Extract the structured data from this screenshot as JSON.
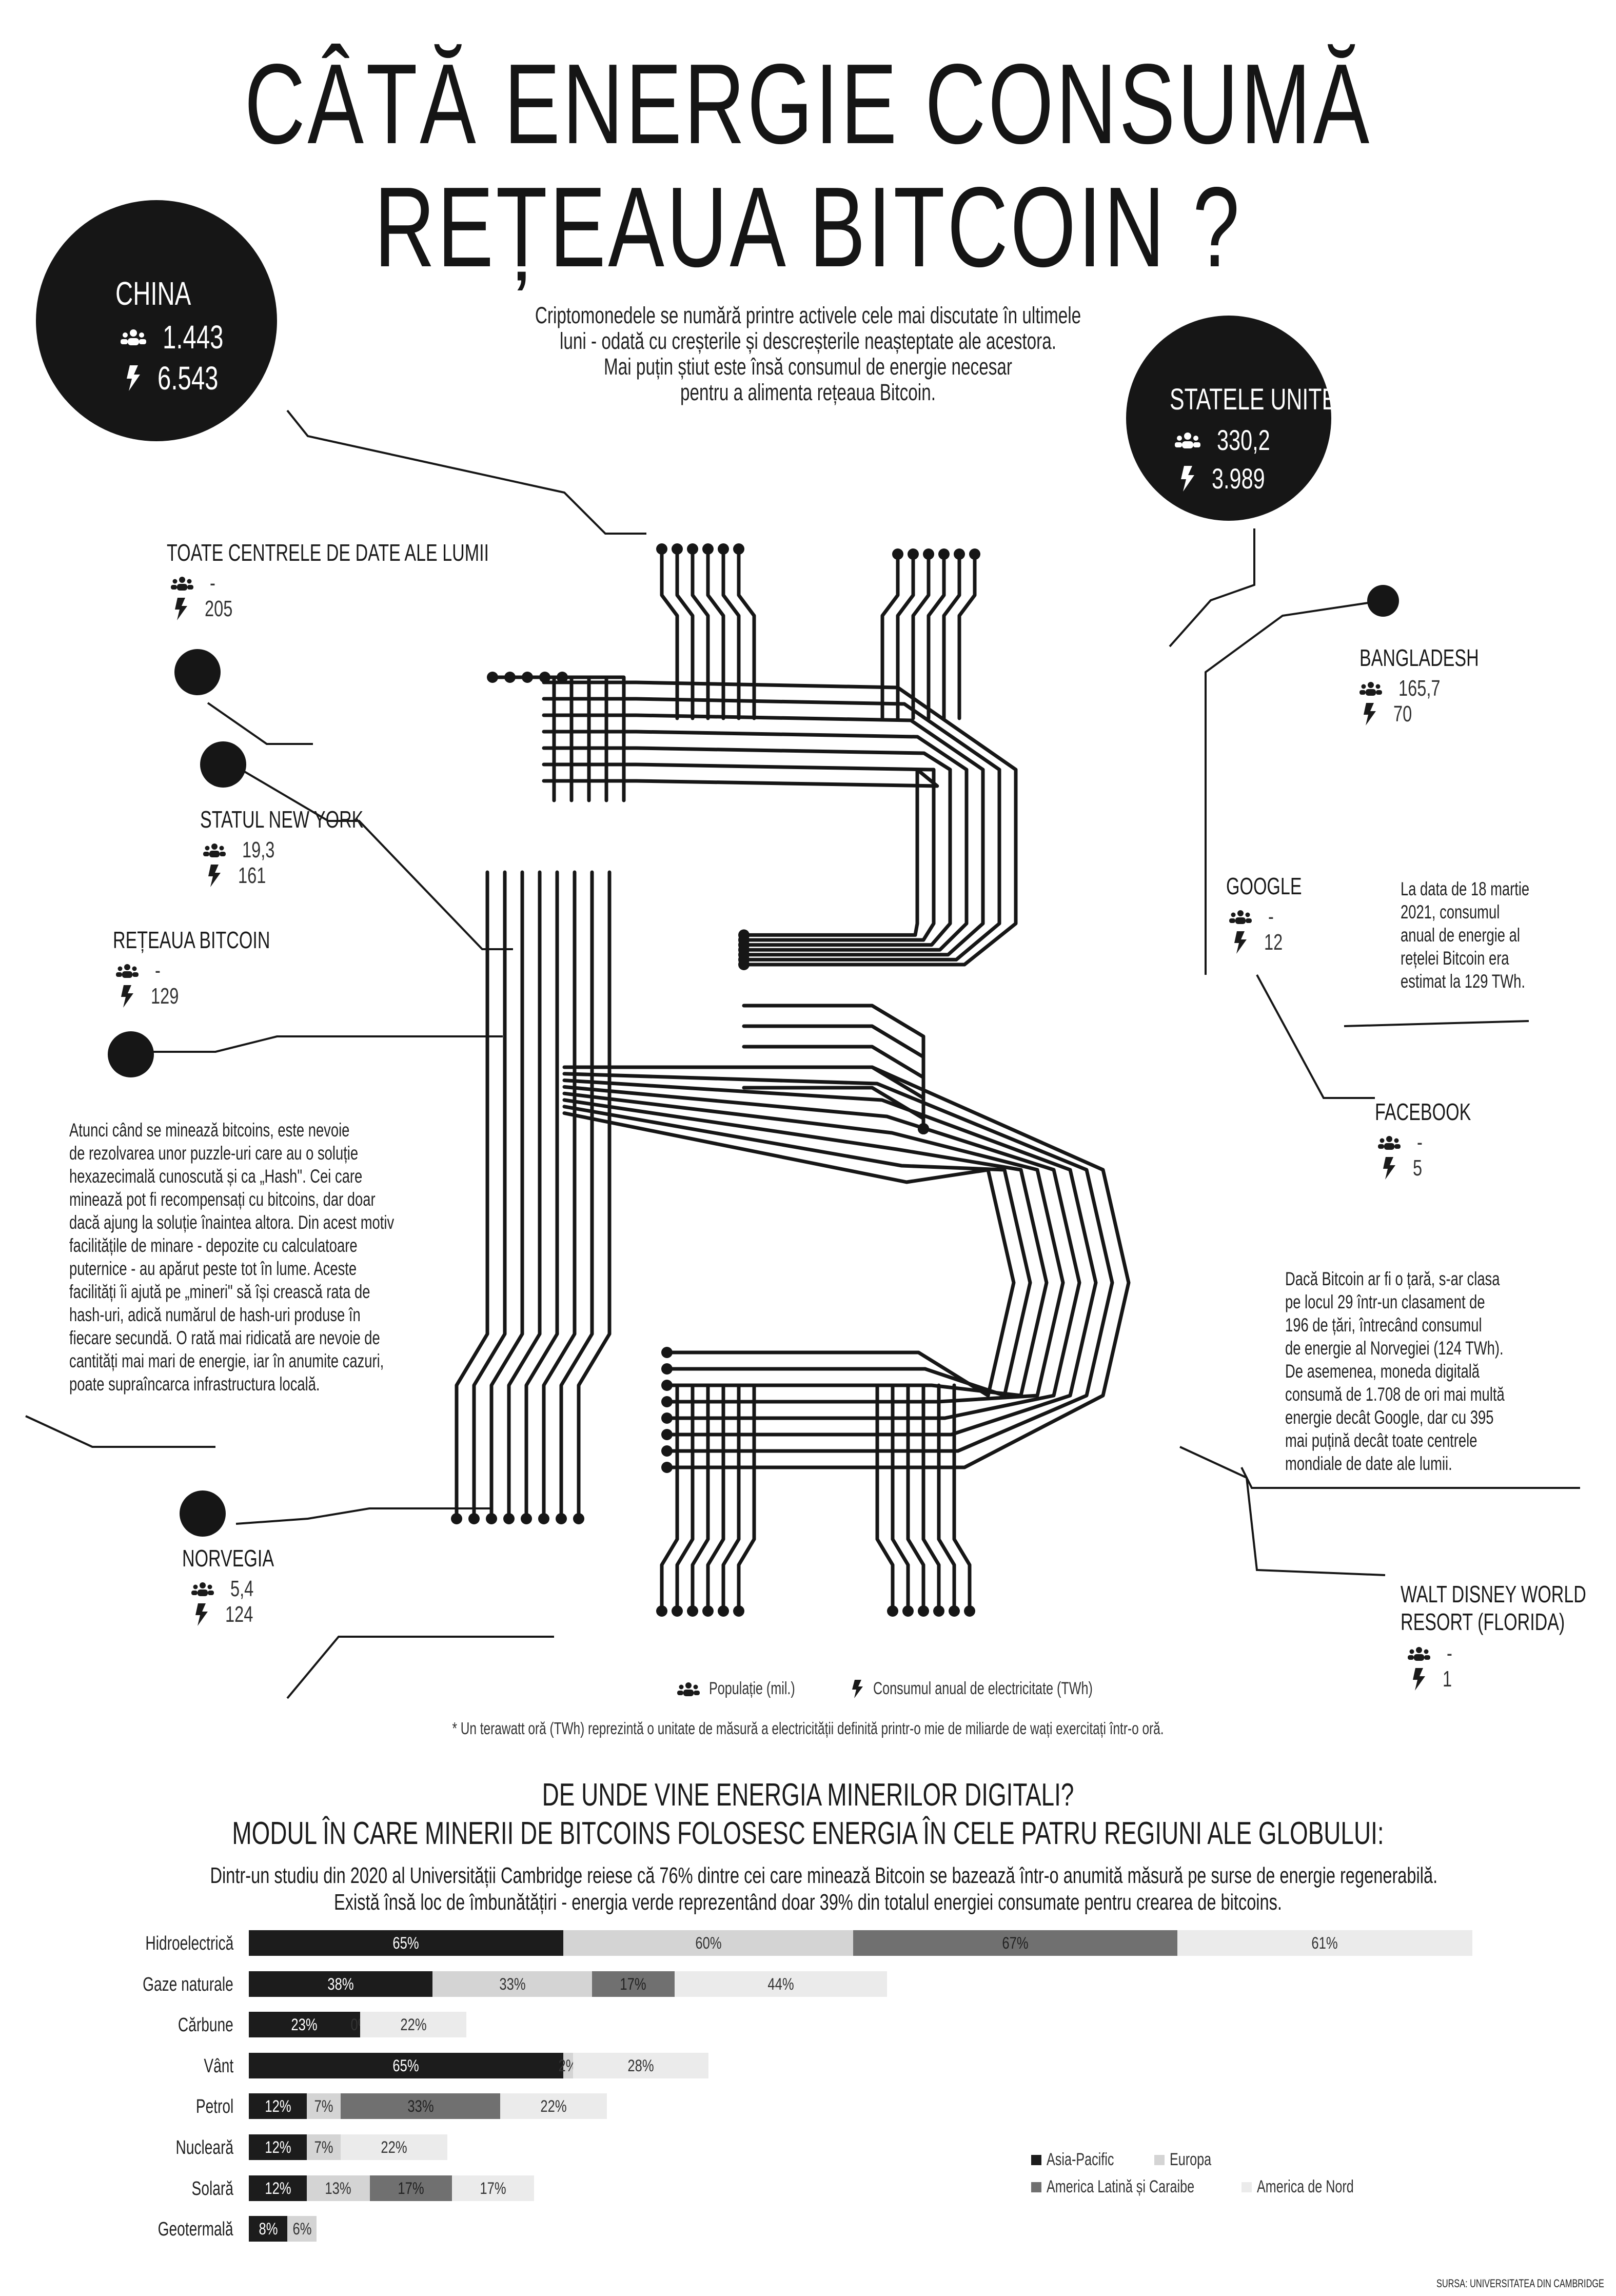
{
  "title": {
    "line1": "CÂTĂ ENERGIE CONSUMĂ",
    "line2": "REȚEAUA BITCOIN ?"
  },
  "intro": {
    "line1": "Criptomonedele se numără printre activele cele mai discutate în ultimele",
    "line2": "luni - odată cu creșterile și descreșterile neașteptate ale acestora.",
    "line3": "Mai puțin știut este însă consumul de energie necesar",
    "line4": "pentru a alimenta rețeaua Bitcoin."
  },
  "entities": {
    "china": {
      "name": "CHINA",
      "population": "1.443",
      "energy": "6.543"
    },
    "usa": {
      "name": "STATELE UNITE",
      "population": "330,2",
      "energy": "3.989"
    },
    "datacenters": {
      "name": "TOATE CENTRELE DE DATE ALE LUMII",
      "population": "-",
      "energy": "205"
    },
    "bangladesh": {
      "name": "BANGLADESH",
      "population": "165,7",
      "energy": "70"
    },
    "newyork": {
      "name": "STATUL NEW YORK",
      "population": "19,3",
      "energy": "161"
    },
    "google": {
      "name": "GOOGLE",
      "population": "-",
      "energy": "12"
    },
    "bitcoin": {
      "name": "REȚEAUA BITCOIN",
      "population": "-",
      "energy": "129"
    },
    "facebook": {
      "name": "FACEBOOK",
      "population": "-",
      "energy": "5"
    },
    "norway": {
      "name": "NORVEGIA",
      "population": "5,4",
      "energy": "124"
    },
    "disney": {
      "name1": "WALT DISNEY WORLD",
      "name2": "RESORT (FLORIDA)",
      "population": "-",
      "energy": "1"
    }
  },
  "notes": {
    "march": [
      "La data de 18 martie",
      "2021, consumul",
      "anual de energie al",
      "rețelei Bitcoin era",
      "estimat la 129 TWh."
    ],
    "mining": [
      "Atunci când se minează bitcoins, este  nevoie",
      "de rezolvarea unor puzzle-uri care au o soluție",
      "hexazecimală cunoscută și ca „Hash\". Cei care",
      "minează pot fi recompensați cu bitcoins, dar doar",
      "dacă ajung la soluție înaintea altora. Din acest motiv",
      "facilitățile de minare - depozite cu calculatoare",
      "puternice - au apărut peste tot în lume. Aceste",
      "facilități îi ajută pe „mineri\" să își crească rata de",
      "hash-uri, adică numărul de hash-uri produse în",
      "fiecare secundă. O rată mai ridicată are nevoie de",
      "cantități mai mari de energie, iar în anumite cazuri,",
      "poate supraîncarca infrastructura locală."
    ],
    "country": [
      "Dacă Bitcoin ar fi o țară, s-ar clasa",
      "pe locul 29 într-un clasament de",
      "196 de țări, întrecând consumul",
      "de energie al Norvegiei (124 TWh).",
      "De asemenea, moneda digitală",
      "consumă de 1.708 de ori mai multă",
      "energie decât Google, dar cu 395",
      "mai puțină decât toate centrele",
      "mondiale de date ale lumii."
    ]
  },
  "legend": {
    "population": "Populație (mil.)",
    "energy": "Consumul anual de electricitate (TWh)"
  },
  "footnote": "* Un terawatt oră (TWh) reprezintă o unitate de măsură a electricității definită printr-o mie de miliarde de wați exercitați într-o oră.",
  "section2": {
    "heading1": "DE UNDE VINE ENERGIA MINERILOR DIGITALI?",
    "heading2": "MODUL ÎN CARE MINERII DE BITCOINS FOLOSESC ENERGIA ÎN CELE PATRU REGIUNI ALE GLOBULUI:",
    "line1": "Dintr-un studiu din 2020 al Universității Cambridge reiese că 76% dintre cei care minează Bitcoin se bazează într-o anumită măsură pe surse de energie regenerabilă.",
    "line2": "Există însă loc de îmbunătățiri - energia verde reprezentând doar 39% din totalul energiei consumate pentru crearea de bitcoins."
  },
  "source": "SURSA: UNIVERSITATEA DIN CAMBRIDGE",
  "colors": {
    "asia": "#1c1c1c",
    "europe": "#d4d4d4",
    "latam": "#707070",
    "na": "#ebebeb"
  },
  "chart_data": {
    "type": "bar",
    "stacked": true,
    "orientation": "horizontal",
    "categories": [
      "Hidroelectrică",
      "Gaze naturale",
      "Cărbune",
      "Vânt",
      "Petrol",
      "Nucleară",
      "Solară",
      "Geotermală"
    ],
    "series": [
      {
        "name": "Asia-Pacific",
        "values": [
          65,
          38,
          23,
          65,
          12,
          12,
          12,
          8
        ]
      },
      {
        "name": "Europa",
        "values": [
          60,
          33,
          0,
          2,
          7,
          7,
          13,
          6
        ]
      },
      {
        "name": "America Latină și Caraibe",
        "values": [
          67,
          17,
          null,
          null,
          33,
          null,
          17,
          null
        ]
      },
      {
        "name": "America de Nord",
        "values": [
          61,
          44,
          22,
          28,
          22,
          22,
          17,
          null
        ]
      }
    ],
    "labels": [
      [
        "65%",
        "60%",
        "67%",
        "61%"
      ],
      [
        "38%",
        "33%",
        "17%",
        "44%"
      ],
      [
        "23%",
        "0%",
        "",
        "22%"
      ],
      [
        "65%",
        "2%",
        "",
        "28%"
      ],
      [
        "12%",
        "7%",
        "33%",
        "22%"
      ],
      [
        "12%",
        "7%",
        "",
        "22%"
      ],
      [
        "12%",
        "13%",
        "17%",
        "17%"
      ],
      [
        "8%",
        "6%",
        "",
        ""
      ]
    ],
    "legend_position": "bottom-right"
  }
}
